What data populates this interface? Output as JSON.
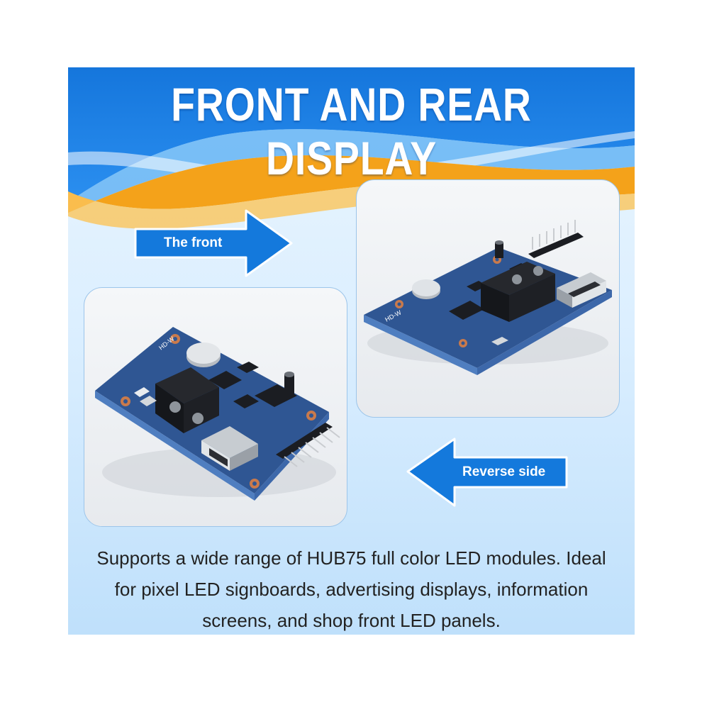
{
  "banner": {
    "title": "FRONT AND REAR DISPLAY",
    "front_label": "The front",
    "reverse_label": "Reverse side",
    "description_lines": [
      "Supports a wide range of HUB75 full color LED modules. Ideal",
      "for pixel LED signboards, advertising displays, information",
      "screens, and shop front LED panels."
    ]
  },
  "board": {
    "silkscreen": "HD-W"
  },
  "colors": {
    "banner_blue": "#1a7fe0",
    "accent_orange": "#f5a017",
    "arrow_blue": "#1479dc",
    "pcb_blue": "#2a4a86"
  }
}
